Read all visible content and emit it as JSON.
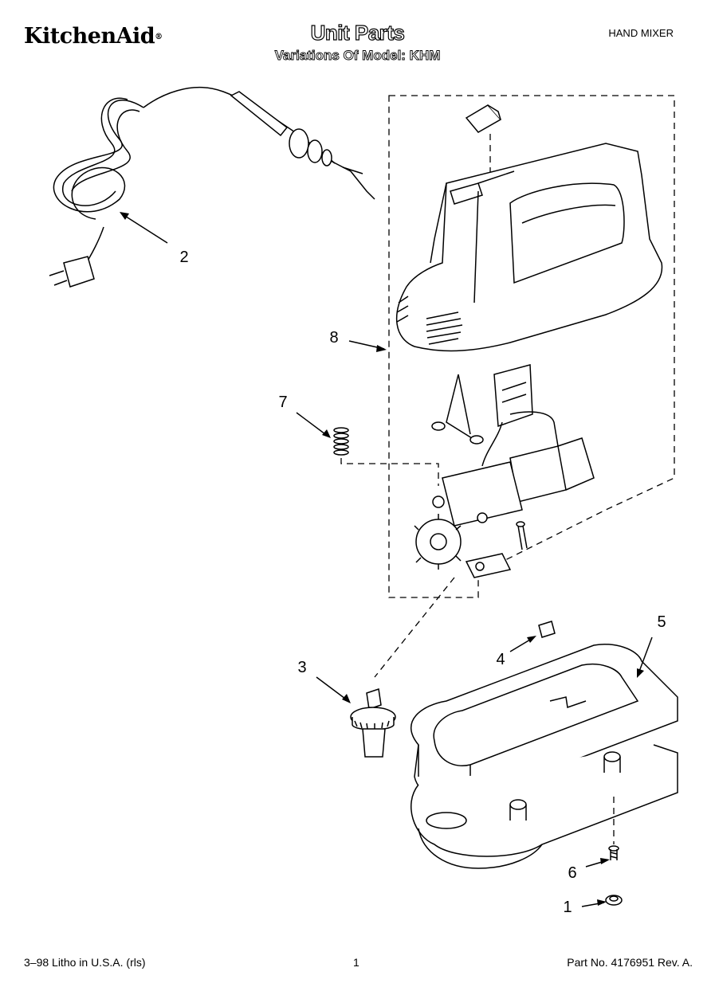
{
  "header": {
    "brand": "KitchenAid",
    "brand_mark": "®",
    "title": "Unit Parts",
    "subtitle": "Variations Of Model: KHM",
    "product_type": "HAND MIXER"
  },
  "callouts": [
    {
      "id": "1",
      "part": "foot-pad"
    },
    {
      "id": "2",
      "part": "power-cord"
    },
    {
      "id": "3",
      "part": "gear"
    },
    {
      "id": "4",
      "part": "label"
    },
    {
      "id": "5",
      "part": "base-housing"
    },
    {
      "id": "6",
      "part": "screw"
    },
    {
      "id": "7",
      "part": "spring"
    },
    {
      "id": "8",
      "part": "upper-housing"
    }
  ],
  "footer": {
    "print_info": "3–98 Litho in U.S.A. (rls)",
    "page_number": "1",
    "part_number": "Part No. 4176951 Rev. A."
  },
  "colors": {
    "ink": "#000000",
    "paper": "#ffffff"
  }
}
